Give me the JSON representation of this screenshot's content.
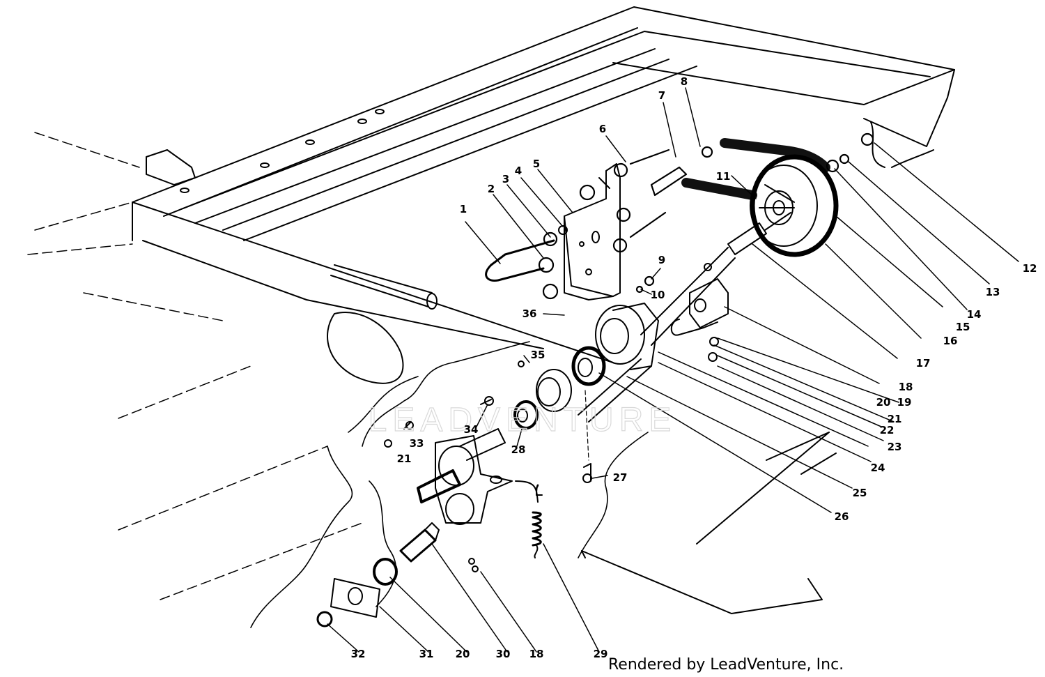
{
  "footer": {
    "credit": "Rendered by LeadVenture, Inc."
  },
  "watermark": {
    "text": "LEADVENTURE"
  },
  "callouts": [
    {
      "id": "1",
      "text": "1"
    },
    {
      "id": "2",
      "text": "2"
    },
    {
      "id": "3",
      "text": "3"
    },
    {
      "id": "4",
      "text": "4"
    },
    {
      "id": "5",
      "text": "5"
    },
    {
      "id": "6",
      "text": "6"
    },
    {
      "id": "7",
      "text": "7"
    },
    {
      "id": "8",
      "text": "8"
    },
    {
      "id": "9",
      "text": "9"
    },
    {
      "id": "10",
      "text": "10"
    },
    {
      "id": "11",
      "text": "11"
    },
    {
      "id": "12",
      "text": "12"
    },
    {
      "id": "13",
      "text": "13"
    },
    {
      "id": "14",
      "text": "14"
    },
    {
      "id": "15",
      "text": "15"
    },
    {
      "id": "16",
      "text": "16"
    },
    {
      "id": "17",
      "text": "17"
    },
    {
      "id": "18",
      "text": "18"
    },
    {
      "id": "19",
      "text": "19"
    },
    {
      "id": "20",
      "text": "20"
    },
    {
      "id": "21",
      "text": "21"
    },
    {
      "id": "22",
      "text": "22"
    },
    {
      "id": "23",
      "text": "23"
    },
    {
      "id": "24",
      "text": "24"
    },
    {
      "id": "25",
      "text": "25"
    },
    {
      "id": "26",
      "text": "26"
    },
    {
      "id": "27",
      "text": "27"
    },
    {
      "id": "28",
      "text": "28"
    },
    {
      "id": "34",
      "text": "34"
    },
    {
      "id": "35",
      "text": "35"
    },
    {
      "id": "36",
      "text": "36"
    },
    {
      "id": "33",
      "text": "33"
    },
    {
      "id": "21b",
      "text": "21"
    },
    {
      "id": "32",
      "text": "32"
    },
    {
      "id": "31",
      "text": "31"
    },
    {
      "id": "20b",
      "text": "20"
    },
    {
      "id": "30",
      "text": "30"
    },
    {
      "id": "18b",
      "text": "18"
    },
    {
      "id": "29",
      "text": "29"
    }
  ]
}
